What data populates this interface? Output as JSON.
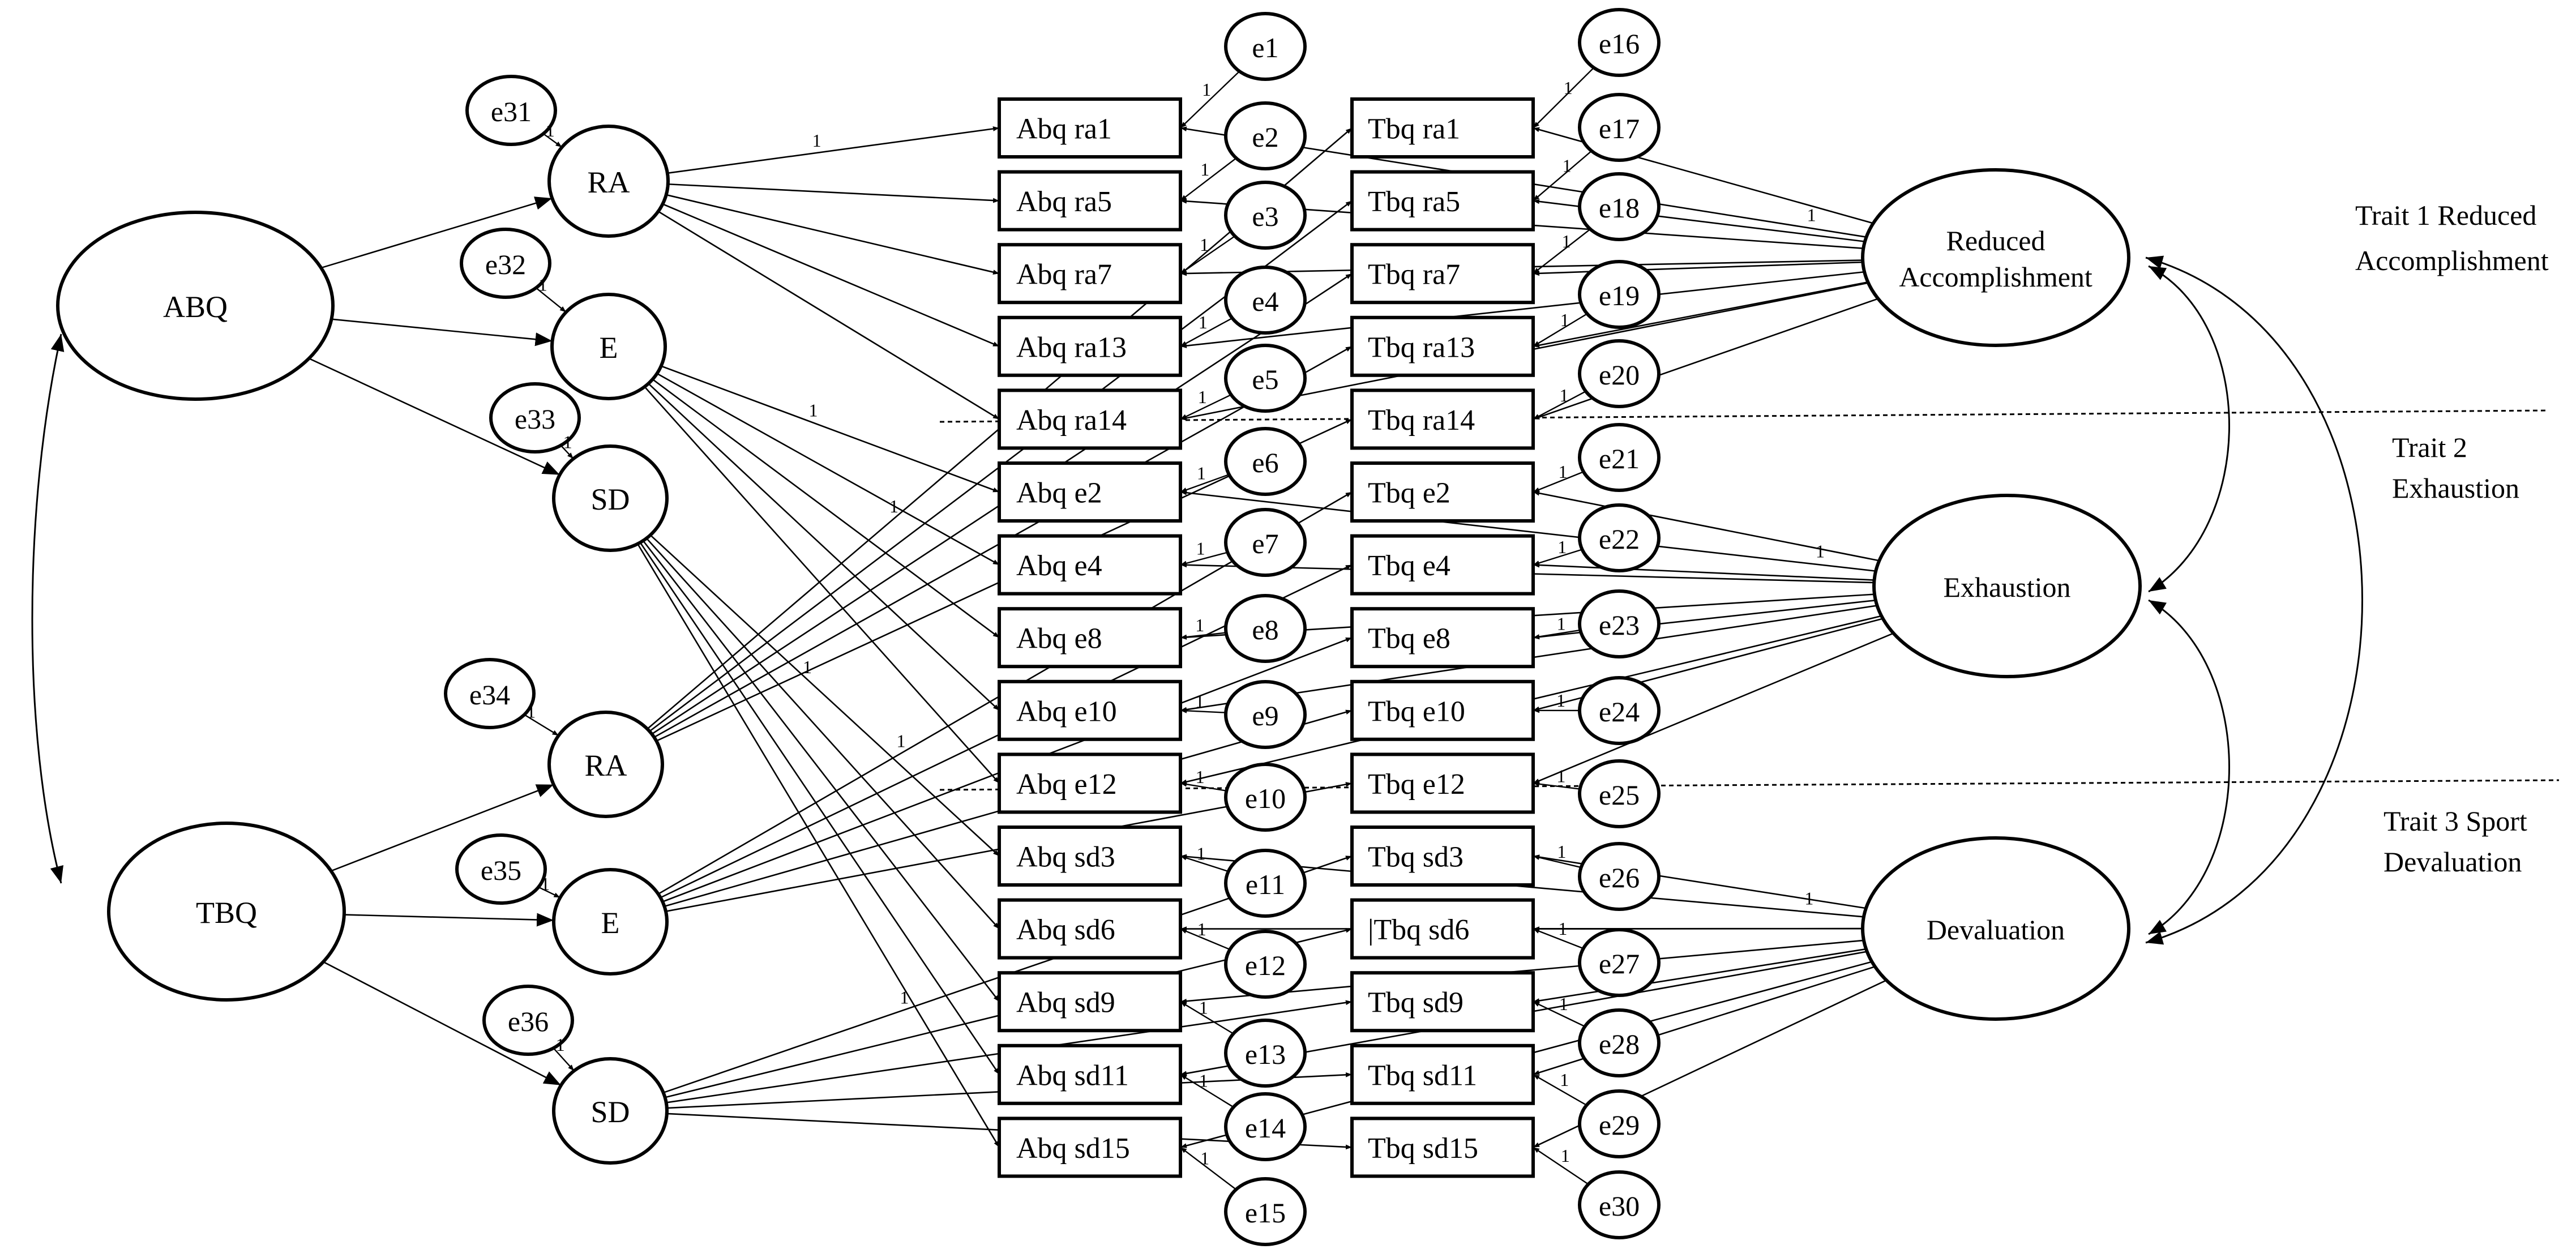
{
  "higher_factors": [
    {
      "id": "abq",
      "label": "ABQ"
    },
    {
      "id": "tbq",
      "label": "TBQ"
    }
  ],
  "first_order_factors": [
    {
      "id": "ra_a",
      "label": "RA",
      "error": "e31"
    },
    {
      "id": "e_a",
      "label": "E",
      "error": "e32"
    },
    {
      "id": "sd_a",
      "label": "SD",
      "error": "e33"
    },
    {
      "id": "ra_t",
      "label": "RA",
      "error": "e34"
    },
    {
      "id": "e_t",
      "label": "E",
      "error": "e35"
    },
    {
      "id": "sd_t",
      "label": "SD",
      "error": "e36"
    }
  ],
  "trait_factors": [
    {
      "id": "reduced",
      "label_lines": [
        "Reduced",
        "Accomplishment"
      ]
    },
    {
      "id": "exhaustion",
      "label_lines": [
        "Exhaustion"
      ]
    },
    {
      "id": "devaluation",
      "label_lines": [
        "Devaluation"
      ]
    }
  ],
  "abq_items": [
    {
      "label": "Abq ra1",
      "error": "e1",
      "factor": "ra_a",
      "trait": "reduced"
    },
    {
      "label": "Abq ra5",
      "error": "e2",
      "factor": "ra_a",
      "trait": "reduced"
    },
    {
      "label": "Abq ra7",
      "error": "e3",
      "factor": "ra_a",
      "trait": "reduced"
    },
    {
      "label": "Abq ra13",
      "error": "e4",
      "factor": "ra_a",
      "trait": "reduced"
    },
    {
      "label": "Abq ra14",
      "error": "e5",
      "factor": "ra_a",
      "trait": "reduced"
    },
    {
      "label": "Abq e2",
      "error": "e6",
      "factor": "e_a",
      "trait": "exhaustion"
    },
    {
      "label": "Abq e4",
      "error": "e7",
      "factor": "e_a",
      "trait": "exhaustion"
    },
    {
      "label": "Abq e8",
      "error": "e8",
      "factor": "e_a",
      "trait": "exhaustion"
    },
    {
      "label": "Abq e10",
      "error": "e9",
      "factor": "e_a",
      "trait": "exhaustion"
    },
    {
      "label": "Abq e12",
      "error": "e10",
      "factor": "e_a",
      "trait": "exhaustion"
    },
    {
      "label": "Abq sd3",
      "error": "e11",
      "factor": "sd_a",
      "trait": "devaluation"
    },
    {
      "label": "Abq sd6",
      "error": "e12",
      "factor": "sd_a",
      "trait": "devaluation"
    },
    {
      "label": "Abq sd9",
      "error": "e13",
      "factor": "sd_a",
      "trait": "devaluation"
    },
    {
      "label": "Abq sd11",
      "error": "e14",
      "factor": "sd_a",
      "trait": "devaluation"
    },
    {
      "label": "Abq sd15",
      "error": "e15",
      "factor": "sd_a",
      "trait": "devaluation"
    }
  ],
  "tbq_items": [
    {
      "label": "Tbq ra1",
      "error": "e16",
      "factor": "ra_t",
      "trait": "reduced"
    },
    {
      "label": "Tbq ra5",
      "error": "e17",
      "factor": "ra_t",
      "trait": "reduced"
    },
    {
      "label": "Tbq ra7",
      "error": "e18",
      "factor": "ra_t",
      "trait": "reduced"
    },
    {
      "label": "Tbq ra13",
      "error": "e19",
      "factor": "ra_t",
      "trait": "reduced"
    },
    {
      "label": "Tbq ra14",
      "error": "e20",
      "factor": "ra_t",
      "trait": "reduced"
    },
    {
      "label": "Tbq e2",
      "error": "e21",
      "factor": "e_t",
      "trait": "exhaustion"
    },
    {
      "label": "Tbq e4",
      "error": "e22",
      "factor": "e_t",
      "trait": "exhaustion"
    },
    {
      "label": "Tbq e8",
      "error": "e23",
      "factor": "e_t",
      "trait": "exhaustion"
    },
    {
      "label": "Tbq e10",
      "error": "e24",
      "factor": "e_t",
      "trait": "exhaustion"
    },
    {
      "label": "Tbq e12",
      "error": "e25",
      "factor": "e_t",
      "trait": "exhaustion"
    },
    {
      "label": "Tbq sd3",
      "error": "e26",
      "factor": "sd_t",
      "trait": "devaluation"
    },
    {
      "label": "|Tbq sd6",
      "error": "e27",
      "factor": "sd_t",
      "trait": "devaluation"
    },
    {
      "label": "Tbq sd9",
      "error": "e28",
      "factor": "sd_t",
      "trait": "devaluation"
    },
    {
      "label": "Tbq sd11",
      "error": "e29",
      "factor": "sd_t",
      "trait": "devaluation"
    },
    {
      "label": "Tbq sd15",
      "error": "e30",
      "factor": "sd_t",
      "trait": "devaluation"
    }
  ],
  "trait_titles": [
    {
      "lines": [
        "Trait 1 Reduced",
        "Accomplishment"
      ]
    },
    {
      "lines": [
        "Trait 2",
        "Exhaustion"
      ]
    },
    {
      "lines": [
        "Trait 3 Sport",
        "Devaluation"
      ]
    }
  ],
  "fixed_loading_label": "1"
}
